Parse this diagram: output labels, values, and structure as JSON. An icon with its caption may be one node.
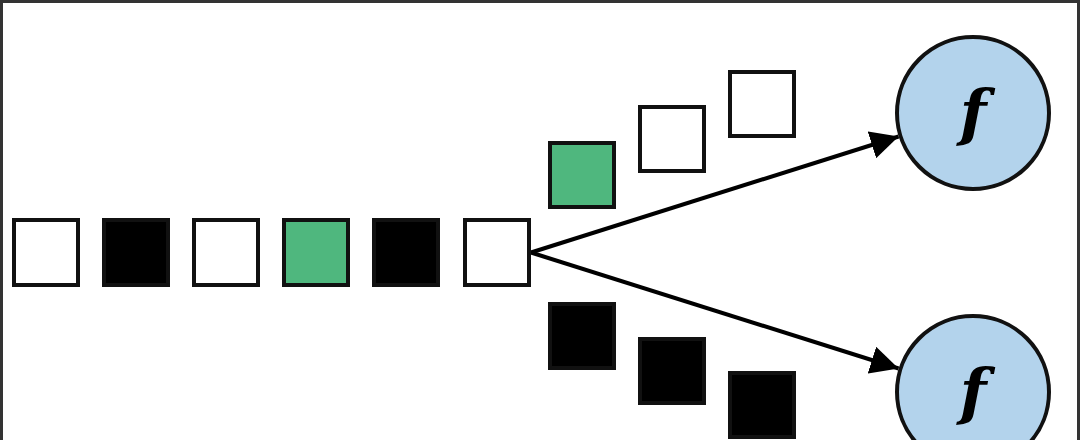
{
  "diagram": {
    "nodes": [
      {
        "text": [],
        "shape": "box"
      },
      {
        "text": [],
        "shape": "box"
      },
      {
        "text": [],
        "shape": "box"
      },
      {
        "text": [],
        "shape": "box"
      },
      {
        "text": [],
        "shape": "box"
      },
      {
        "text": [],
        "shape": "box"
      },
      {
        "text": [],
        "shape": "box"
      },
      {
        "text": [],
        "shape": "box"
      },
      {
        "text": [],
        "shape": "box"
      },
      {
        "text": [
          "f"
        ]
      },
      {
        "text": [],
        "shape": "box"
      },
      {
        "text": [],
        "shape": "box"
      },
      {
        "text": [],
        "shape": "box"
      },
      {
        "text": [
          "f"
        ]
      }
    ],
    "edges": [
      {
        "from": 5,
        "to": 9,
        "arrow": "to"
      },
      {
        "from": 5,
        "to": 13,
        "arrow": "to"
      }
    ]
  }
}
